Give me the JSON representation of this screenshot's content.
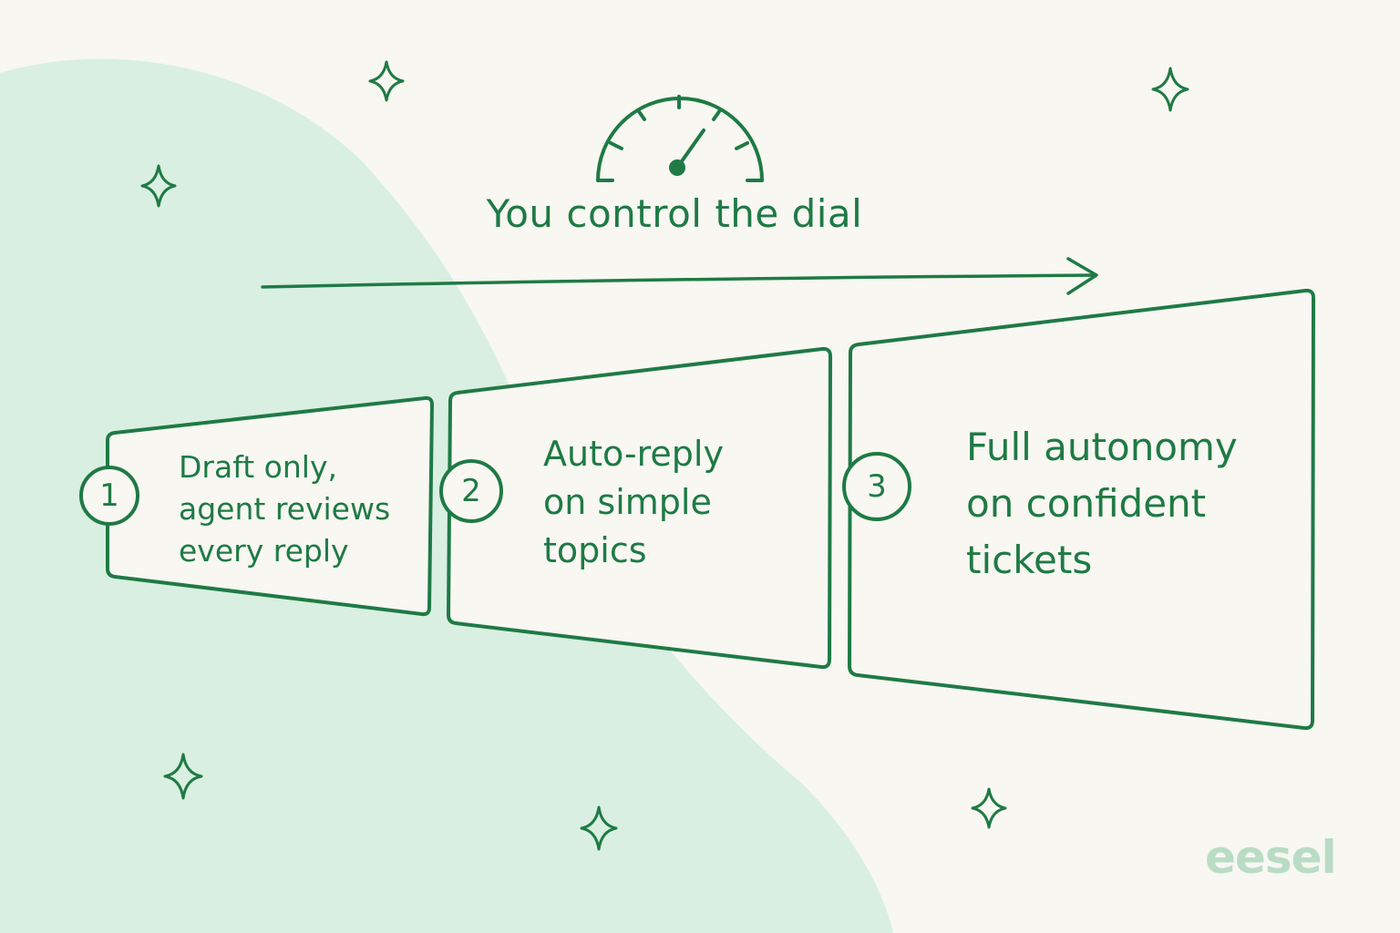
{
  "title": "You control the dial",
  "steps": [
    {
      "number": "1",
      "text": "Draft only,\nagent reviews\nevery reply"
    },
    {
      "number": "2",
      "text": "Auto-reply\non simple\ntopics"
    },
    {
      "number": "3",
      "text": "Full autonomy\non confident\ntickets"
    }
  ],
  "logo": "eesel",
  "colors": {
    "accent": "#1f7a45",
    "background": "#f8f7f2",
    "blob": "#d9efe1",
    "logo": "#b9dcc5"
  },
  "icons": [
    "speedometer-icon",
    "arrow-right-icon",
    "sparkle-icon"
  ]
}
